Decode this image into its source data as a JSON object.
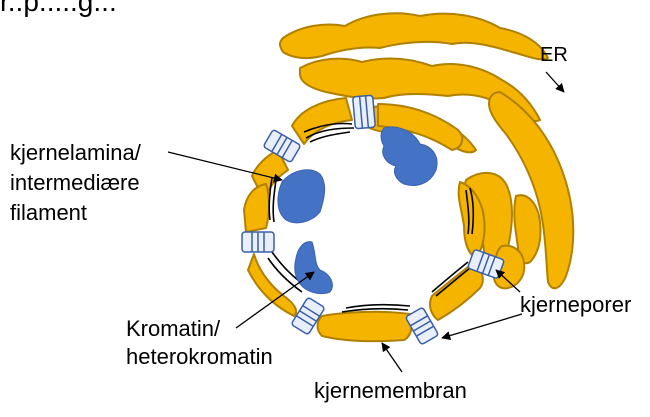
{
  "header_fragment": "r..p.....g...",
  "labels": {
    "er": "ER",
    "lamina_line1": "kjernelamina/",
    "lamina_line2": "intermediære",
    "lamina_line3": "filament",
    "chromatin_line1": "Kromatin/",
    "chromatin_line2": "heterokromatin",
    "pores": "kjerneporer",
    "membrane": "kjernemembran"
  },
  "colors": {
    "membrane": "#F5B400",
    "membrane_stroke": "#B08000",
    "chromatin": "#4472C4",
    "pore_fill": "#E8EEFA",
    "pore_stroke": "#3A5FA8",
    "lamina": "#000000"
  },
  "icons": [
    "nuclear-pore-icon"
  ]
}
